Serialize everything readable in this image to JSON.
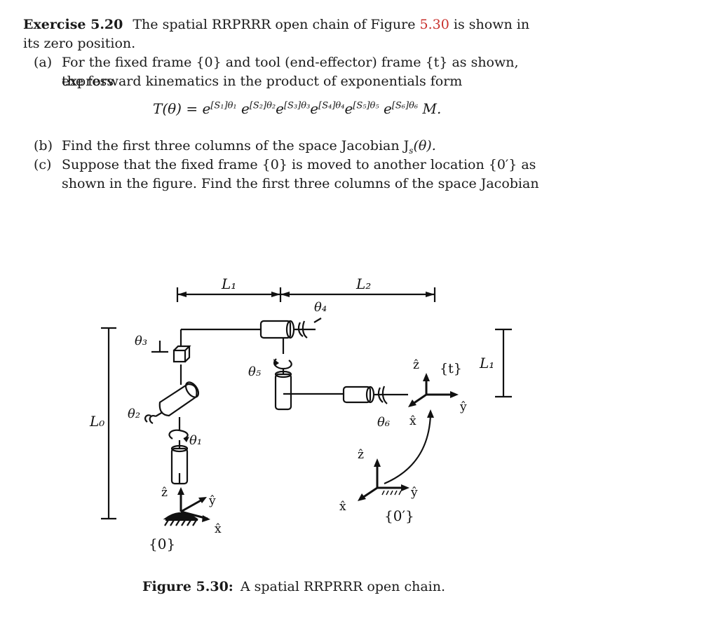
{
  "exercise": {
    "number": "Exercise 5.20",
    "intro_pre": "The spatial RRPRRR open chain of Figure",
    "fig_ref": "5.30",
    "intro_post": "is shown in",
    "intro_line2": "its zero position.",
    "parts": [
      {
        "label": "(a)",
        "line1": "For the fixed frame {0} and tool (end-effector) frame {t} as shown, express",
        "line2": "the forward kinematics in the product of exponentials form"
      },
      {
        "label": "(b)",
        "line1": "Find the first three columns of the space Jacobian J",
        "jac_sub": "s",
        "jac_tail": "(θ)."
      },
      {
        "label": "(c)",
        "line1": "Suppose that the fixed frame {0} is moved to another location {0′} as",
        "line2": "shown in the figure. Find the first three columns of the space Jacobian"
      }
    ],
    "equation": {
      "lhs": "T(θ) = ",
      "terms": [
        "[S₁]θ₁",
        "[S₂]θ₂",
        "[S₃]θ₃",
        "[S₄]θ₄",
        "[S₅]θ₅",
        "[S₆]θ₆"
      ],
      "base": "e",
      "tail": "M."
    }
  },
  "figure": {
    "labels": {
      "L1_top": "L₁",
      "L2_top": "L₂",
      "L0": "L₀",
      "L1_right": "L₁",
      "theta1": "θ₁",
      "theta2": "θ₂",
      "theta3": "θ₃",
      "theta4": "θ₄",
      "theta5": "θ₅",
      "theta6": "θ₆",
      "frame0": "{0}",
      "frame0p": "{0′}",
      "framet": "{t}",
      "z_hat": "ẑ",
      "y_hat": "ŷ",
      "x_hat": "x̂"
    },
    "caption_label": "Figure 5.30:",
    "caption_text": "A spatial RRPRRR open chain."
  }
}
